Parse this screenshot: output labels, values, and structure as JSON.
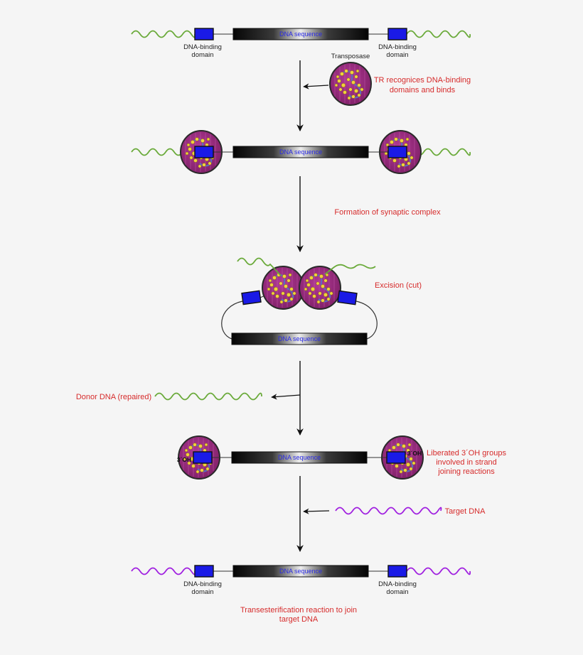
{
  "labels": {
    "dna_sequence": "DNA sequence",
    "dna_binding_line1": "DNA-binding",
    "dna_binding_line2": "domain",
    "transposase": "Transposase",
    "three_oh": "3´OH"
  },
  "steps": {
    "recognize_line1": "TR recognices DNA-binding",
    "recognize_line2": "domains and binds",
    "synaptic": "Formation of synaptic complex",
    "excision": "Excision (cut)",
    "donor": "Donor DNA (repaired)",
    "liberated_line1": "Liberated 3´OH groups",
    "liberated_line2": "involved in strand",
    "liberated_line3": "joining reactions",
    "target": "Target DNA",
    "transester_line1": "Transesterification reaction to join",
    "transester_line2": "target DNA"
  },
  "colors": {
    "background": "#f5f5f5",
    "label_red": "#d62b2b",
    "donor_dna_green": "#6aaa3a",
    "target_dna_purple": "#a020e0",
    "binding_domain_blue": "#1a1ae6",
    "transposase_magenta": "#9a2a7e",
    "transposase_yellow": "#f0d23a"
  }
}
